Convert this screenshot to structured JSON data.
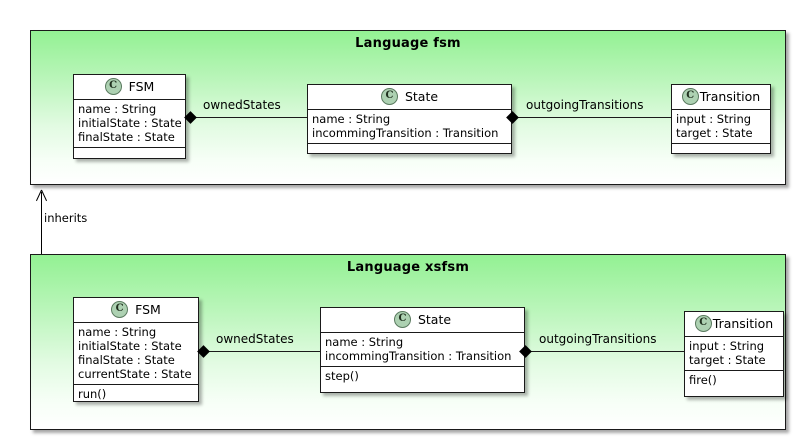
{
  "diagram": {
    "type": "uml-class-diagram",
    "packages": [
      {
        "id": "fsm",
        "title": "Language fsm",
        "classes": [
          {
            "id": "fsm-FSM",
            "icon": "C",
            "name": "FSM",
            "attributes": [
              "name : String",
              "initialState : State",
              "finalState : State"
            ],
            "operations": []
          },
          {
            "id": "fsm-State",
            "icon": "C",
            "name": "State",
            "attributes": [
              "name : String",
              "incommingTransition : Transition"
            ],
            "operations": []
          },
          {
            "id": "fsm-Transition",
            "icon": "C",
            "name": "Transition",
            "attributes": [
              "input : String",
              "target : State"
            ],
            "operations": []
          }
        ],
        "associations": [
          {
            "id": "fsm-ownedStates",
            "label": "ownedStates",
            "from": "FSM",
            "to": "State",
            "kind": "composition"
          },
          {
            "id": "fsm-outgoingTransitions",
            "label": "outgoingTransitions",
            "from": "State",
            "to": "Transition",
            "kind": "composition"
          }
        ]
      },
      {
        "id": "xsfsm",
        "title": "Language xsfsm",
        "classes": [
          {
            "id": "xsfsm-FSM",
            "icon": "C",
            "name": "FSM",
            "attributes": [
              "name : String",
              "initialState : State",
              "finalState : State",
              "currentState : State"
            ],
            "operations": [
              "run()"
            ]
          },
          {
            "id": "xsfsm-State",
            "icon": "C",
            "name": "State",
            "attributes": [
              "name : String",
              "incommingTransition : Transition"
            ],
            "operations": [
              "step()"
            ]
          },
          {
            "id": "xsfsm-Transition",
            "icon": "C",
            "name": "Transition",
            "attributes": [
              "input : String",
              "target : State"
            ],
            "operations": [
              "fire()"
            ]
          }
        ],
        "associations": [
          {
            "id": "xsfsm-ownedStates",
            "label": "ownedStates",
            "from": "FSM",
            "to": "State",
            "kind": "composition"
          },
          {
            "id": "xsfsm-outgoingTransitions",
            "label": "outgoingTransitions",
            "from": "State",
            "to": "Transition",
            "kind": "composition"
          }
        ]
      }
    ],
    "relations": [
      {
        "id": "inherits",
        "label": "inherits",
        "from": "Language xsfsm",
        "to": "Language fsm",
        "kind": "generalization"
      }
    ],
    "colors": {
      "package_fill_top": "#93f193",
      "package_fill_bottom": "#ffffff",
      "class_fill": "#ffffff",
      "stroke": "#1a1a1a",
      "icon_fill": "#add1b2"
    }
  }
}
